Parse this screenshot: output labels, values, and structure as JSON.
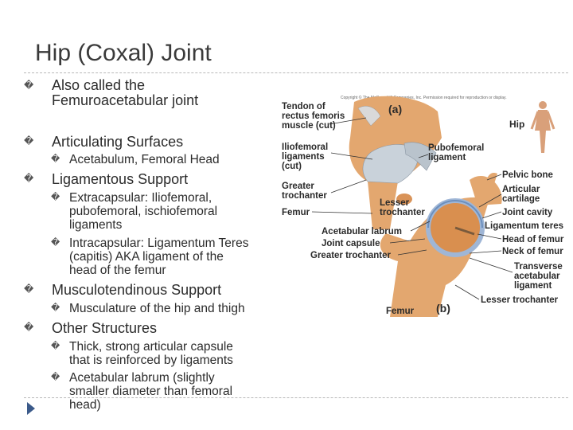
{
  "slide": {
    "title": "Hip (Coxal) Joint",
    "bullet_glyph": "�",
    "items": [
      {
        "lines": [
          "Also called the",
          "Femuroacetabular joint"
        ]
      },
      {
        "lines": [
          "Articulating Surfaces"
        ],
        "sub": [
          {
            "lines": [
              "Acetabulum, Femoral Head"
            ]
          }
        ]
      },
      {
        "lines": [
          "Ligamentous Support"
        ],
        "sub": [
          {
            "lines": [
              "Extracapsular: Iliofemoral,",
              "pubofemoral, ischiofemoral",
              "ligaments"
            ]
          },
          {
            "lines": [
              "Intracapsular: Ligamentum Teres",
              "(capitis) AKA ligament of the",
              "head of the femur"
            ]
          }
        ]
      },
      {
        "lines": [
          "Musculotendinous Support"
        ],
        "sub": [
          {
            "lines": [
              "Musculature of the hip and thigh"
            ]
          }
        ]
      },
      {
        "lines": [
          "Other Structures"
        ],
        "sub": [
          {
            "lines": [
              "Thick, strong articular capsule",
              "that is reinforced by ligaments"
            ]
          },
          {
            "lines": [
              "Acetabular labrum (slightly",
              "smaller diameter than femoral",
              "head)"
            ]
          }
        ]
      }
    ]
  },
  "figure": {
    "copyright": "Copyright © The McGraw-Hill Companies, Inc. Permission required for reproduction or display.",
    "panel_a": "(a)",
    "panel_b": "(b)",
    "hip_label": "Hip",
    "labels_a": {
      "tendon": [
        "Tendon of",
        "rectus femoris",
        "muscle (cut)"
      ],
      "iliofemoral": [
        "Iliofemoral",
        "ligaments",
        "(cut)"
      ],
      "greater_trochanter": [
        "Greater",
        "trochanter"
      ],
      "femur": "Femur",
      "pubofemoral": [
        "Pubofemoral",
        "ligament"
      ],
      "lesser_trochanter": [
        "Lesser",
        "trochanter"
      ]
    },
    "labels_b": {
      "acetabular_labrum": "Acetabular labrum",
      "joint_capsule": "Joint capsule",
      "greater_trochanter": "Greater trochanter",
      "femur": "Femur",
      "pelvic_bone": "Pelvic bone",
      "articular_cartilage": [
        "Articular",
        "cartilage"
      ],
      "joint_cavity": "Joint cavity",
      "ligamentum_teres": "Ligamentum teres",
      "head_of_femur": "Head of femur",
      "neck_of_femur": "Neck of femur",
      "transverse": [
        "Transverse",
        "acetabular",
        "ligament"
      ],
      "lesser_trochanter": "Lesser trochanter"
    }
  },
  "colors": {
    "title": "#3a3a3a",
    "text": "#2b2b2b",
    "bone": "#e3a76f",
    "ligament": "#b9c3cc",
    "cartilage": "#9fb6d6",
    "nav_arrow": "#3b5a8a"
  }
}
